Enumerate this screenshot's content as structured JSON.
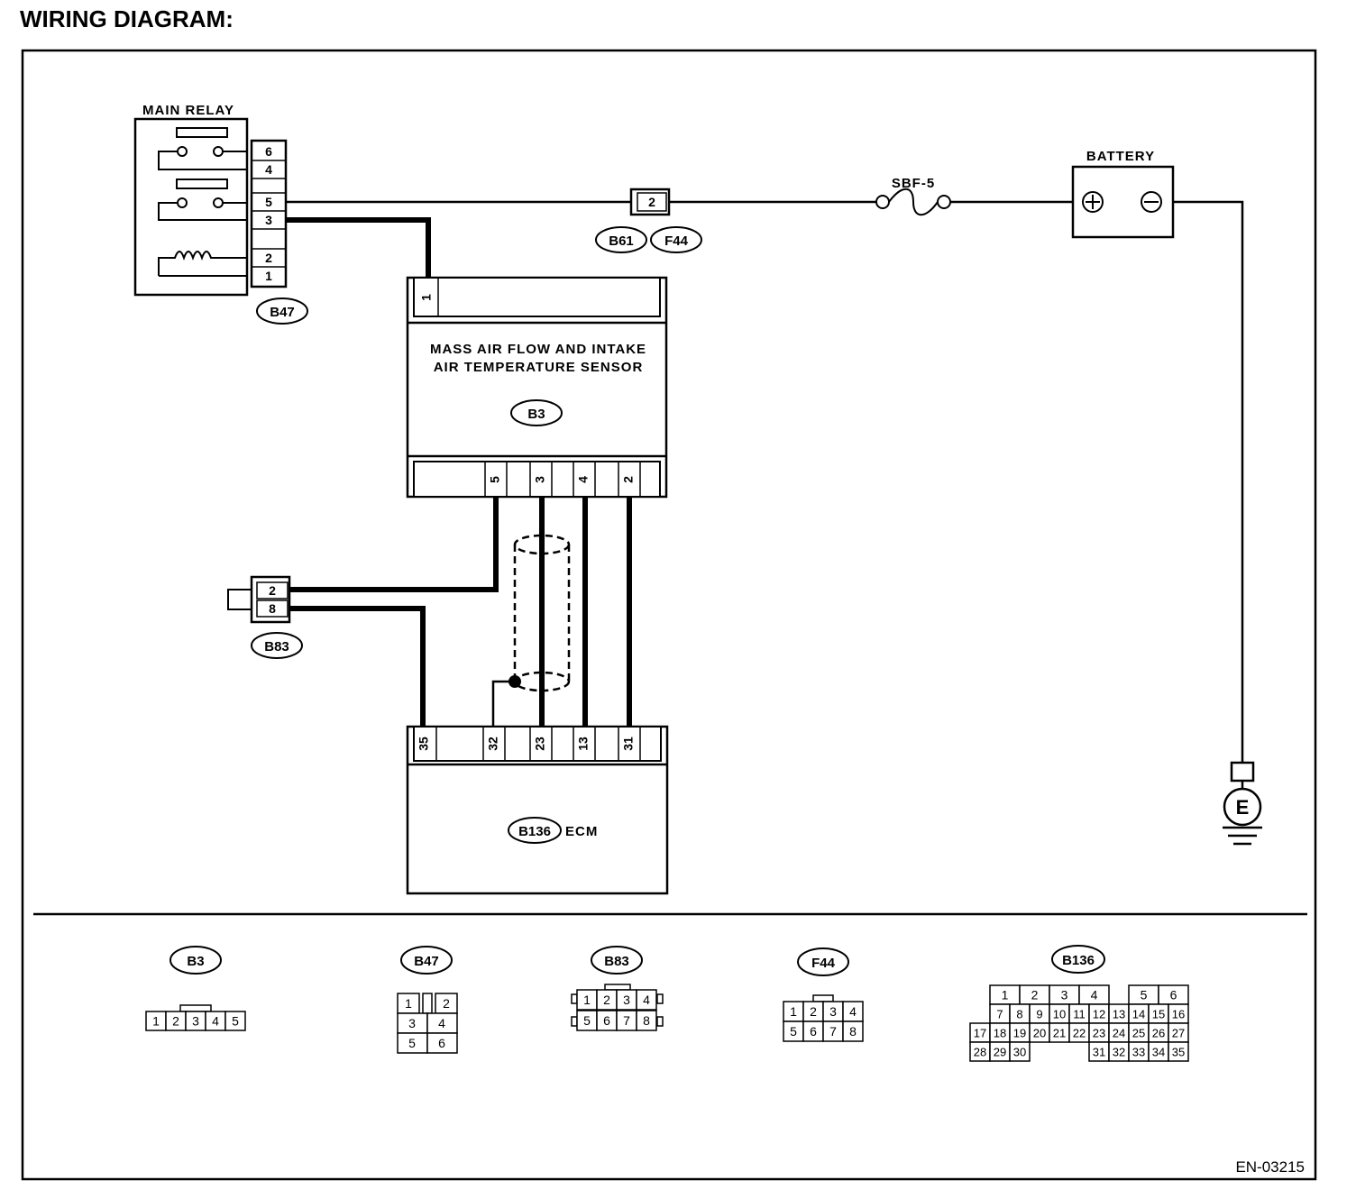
{
  "title": "WIRING DIAGRAM:",
  "figure_code": "EN-03215",
  "components": {
    "main_relay": {
      "label": "MAIN RELAY",
      "connector": "B47",
      "pins": [
        "6",
        "4",
        "5",
        "3",
        "2",
        "1"
      ]
    },
    "maf_sensor": {
      "label_line1": "MASS AIR FLOW AND INTAKE",
      "label_line2": "AIR TEMPERATURE SENSOR",
      "connector": "B3",
      "top_pin": "1",
      "bottom_pins": [
        "5",
        "3",
        "4",
        "2"
      ]
    },
    "ecm": {
      "label": "ECM",
      "connector": "B136",
      "pins": [
        "35",
        "32",
        "23",
        "13",
        "31"
      ]
    },
    "battery": {
      "label": "BATTERY"
    },
    "fuse": {
      "label": "SBF-5"
    },
    "inline_connector": {
      "pin": "2",
      "refs": [
        "B61",
        "F44"
      ]
    },
    "joint_connector": {
      "connector": "B83",
      "pins": [
        "2",
        "8"
      ]
    },
    "ground": {
      "label": "E"
    }
  },
  "connector_views": {
    "b3": {
      "ref": "B3",
      "pins": [
        "1",
        "2",
        "3",
        "4",
        "5"
      ]
    },
    "b47": {
      "ref": "B47",
      "pins": [
        "1",
        "2",
        "3",
        "4",
        "5",
        "6"
      ]
    },
    "b83": {
      "ref": "B83",
      "pins": [
        "1",
        "2",
        "3",
        "4",
        "5",
        "6",
        "7",
        "8"
      ]
    },
    "f44": {
      "ref": "F44",
      "pins": [
        "1",
        "2",
        "3",
        "4",
        "5",
        "6",
        "7",
        "8"
      ]
    },
    "b136": {
      "ref": "B136",
      "pins": [
        "1",
        "2",
        "3",
        "4",
        "5",
        "6",
        "7",
        "8",
        "9",
        "10",
        "11",
        "12",
        "13",
        "14",
        "15",
        "16",
        "17",
        "18",
        "19",
        "20",
        "21",
        "22",
        "23",
        "24",
        "25",
        "26",
        "27",
        "28",
        "29",
        "30",
        "31",
        "32",
        "33",
        "34",
        "35"
      ]
    }
  }
}
